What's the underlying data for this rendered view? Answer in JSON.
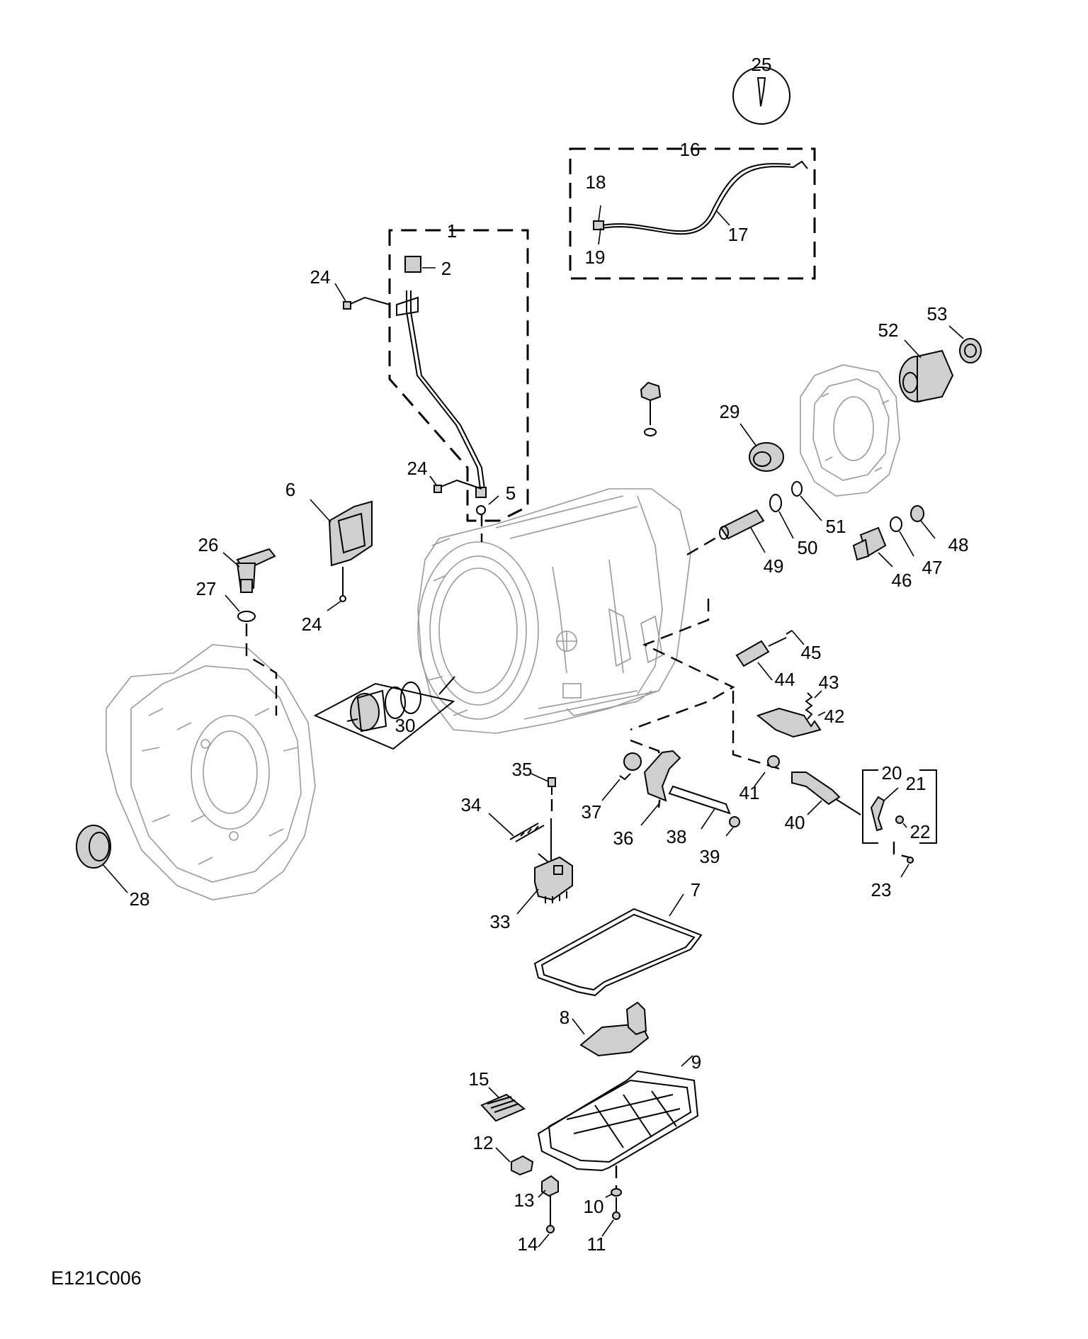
{
  "drawing_code": "E121C006",
  "callouts": [
    {
      "id": "c1",
      "text": "1"
    },
    {
      "id": "c2",
      "text": "2"
    },
    {
      "id": "c5",
      "text": "5"
    },
    {
      "id": "c6",
      "text": "6"
    },
    {
      "id": "c7",
      "text": "7"
    },
    {
      "id": "c8",
      "text": "8"
    },
    {
      "id": "c9",
      "text": "9"
    },
    {
      "id": "c10",
      "text": "10"
    },
    {
      "id": "c11",
      "text": "11"
    },
    {
      "id": "c12",
      "text": "12"
    },
    {
      "id": "c13",
      "text": "13"
    },
    {
      "id": "c14",
      "text": "14"
    },
    {
      "id": "c15",
      "text": "15"
    },
    {
      "id": "c16",
      "text": "16"
    },
    {
      "id": "c17",
      "text": "17"
    },
    {
      "id": "c18",
      "text": "18"
    },
    {
      "id": "c19",
      "text": "19"
    },
    {
      "id": "c20",
      "text": "20"
    },
    {
      "id": "c21",
      "text": "21"
    },
    {
      "id": "c22",
      "text": "22"
    },
    {
      "id": "c23",
      "text": "23"
    },
    {
      "id": "c24a",
      "text": "24"
    },
    {
      "id": "c24b",
      "text": "24"
    },
    {
      "id": "c24c",
      "text": "24"
    },
    {
      "id": "c25",
      "text": "25"
    },
    {
      "id": "c26",
      "text": "26"
    },
    {
      "id": "c27",
      "text": "27"
    },
    {
      "id": "c28",
      "text": "28"
    },
    {
      "id": "c29",
      "text": "29"
    },
    {
      "id": "c30",
      "text": "30"
    },
    {
      "id": "c33",
      "text": "33"
    },
    {
      "id": "c34",
      "text": "34"
    },
    {
      "id": "c35",
      "text": "35"
    },
    {
      "id": "c36",
      "text": "36"
    },
    {
      "id": "c37",
      "text": "37"
    },
    {
      "id": "c38",
      "text": "38"
    },
    {
      "id": "c39",
      "text": "39"
    },
    {
      "id": "c40",
      "text": "40"
    },
    {
      "id": "c41",
      "text": "41"
    },
    {
      "id": "c42",
      "text": "42"
    },
    {
      "id": "c43",
      "text": "43"
    },
    {
      "id": "c44",
      "text": "44"
    },
    {
      "id": "c45",
      "text": "45"
    },
    {
      "id": "c46",
      "text": "46"
    },
    {
      "id": "c47",
      "text": "47"
    },
    {
      "id": "c48",
      "text": "48"
    },
    {
      "id": "c49",
      "text": "49"
    },
    {
      "id": "c50",
      "text": "50"
    },
    {
      "id": "c51",
      "text": "51"
    },
    {
      "id": "c52",
      "text": "52"
    },
    {
      "id": "c53",
      "text": "53"
    }
  ]
}
